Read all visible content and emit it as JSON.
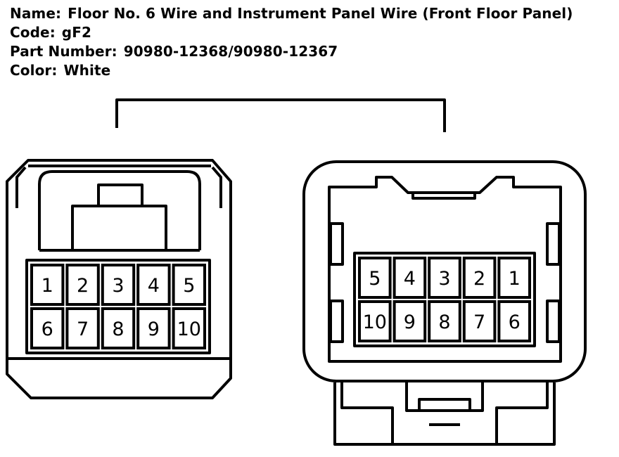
{
  "info": {
    "name_label": "Name:",
    "name_value": "Floor No. 6 Wire and Instrument Panel Wire (Front Floor Panel)",
    "code_label": "Code:",
    "code_value": "gF2",
    "part_label": "Part Number:",
    "part_value": "90980-12368/90980-12367",
    "color_label": "Color:",
    "color_value": "White"
  },
  "left_connector": {
    "row1": [
      "1",
      "2",
      "3",
      "4",
      "5"
    ],
    "row2": [
      "6",
      "7",
      "8",
      "9",
      "10"
    ]
  },
  "right_connector": {
    "row1": [
      "5",
      "4",
      "3",
      "2",
      "1"
    ],
    "row2": [
      "10",
      "9",
      "8",
      "7",
      "6"
    ]
  }
}
